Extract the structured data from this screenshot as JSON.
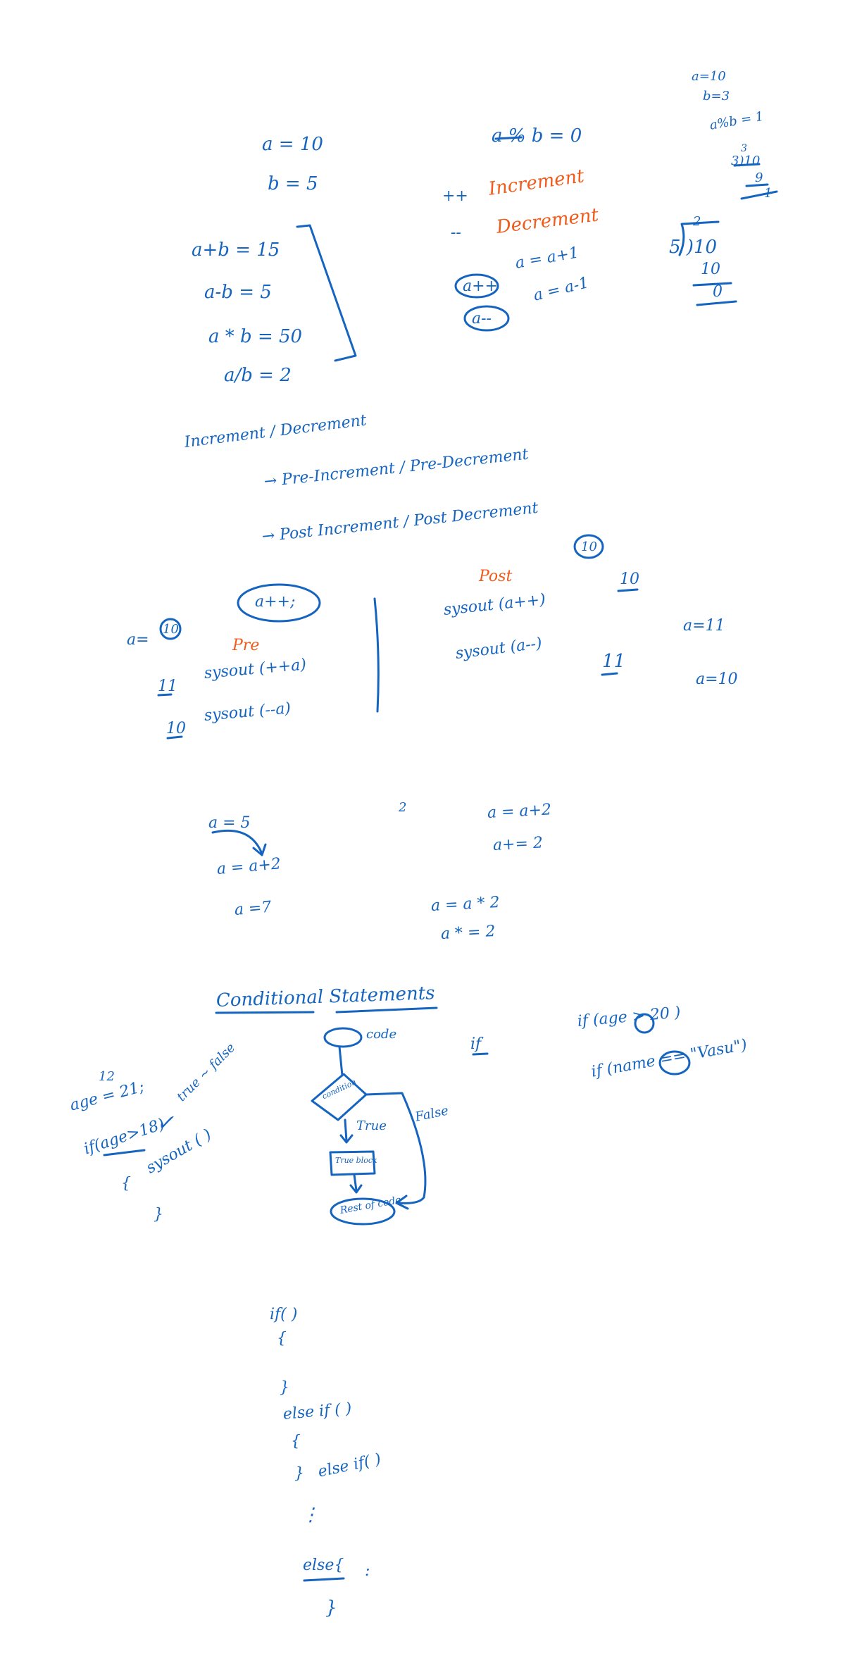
{
  "ink_color": "#1565c0",
  "accent_color": "#f05a1a",
  "arithmetic": {
    "a_assign": "a = 10",
    "b_assign": "b = 5",
    "add": "a+b  = 15",
    "sub": "a-b   = 5",
    "mul": "a * b  = 50",
    "div": "a/b   = 2"
  },
  "modulo": {
    "mod_expr": "a % b  = 0",
    "inc_sym": "++",
    "inc_word": "Increment",
    "dec_sym": "--",
    "dec_word": "Decrement",
    "inc_expand_left": "a++",
    "inc_expand_right": "a = a+1",
    "dec_expand_left": "a--",
    "dec_expand_right": "a = a-1"
  },
  "division_side": {
    "a_val": "a=10",
    "b_val": "b=3",
    "mod_res": "a%b = 1",
    "q1": "3",
    "div1": "3)10",
    "p1": "9",
    "r1": "1",
    "q2": "2",
    "div2": "5 )10",
    "p2": "10",
    "r2": "0"
  },
  "inc_dec": {
    "heading": "Increment / Decrement",
    "pre": "→  Pre-Increment / Pre-Decrement",
    "post": "→  Post Increment / Post Decrement",
    "circle_10": "10"
  },
  "pre_post": {
    "a_eq": "a=",
    "a_val": "10",
    "a_plus_plus": "a++;",
    "pre_label": "Pre",
    "pre_line1_out": "11",
    "pre_line1": "sysout (++a)",
    "pre_line2_out": "10",
    "pre_line2": "sysout (--a)",
    "post_label": "Post",
    "post_line1": "sysout (a++)",
    "post_line2": "sysout (a--)",
    "post_out1": "10",
    "post_out2": "11",
    "side_a11": "a=11",
    "side_a10": "a=10"
  },
  "compound": {
    "a5": "a = 5",
    "a_expr": "a =   a+2",
    "a7": "a =7",
    "two": "2",
    "a_plus": "a = a+2",
    "a_plus_short": "a+= 2",
    "a_mul": "a = a * 2",
    "a_mul_short": "a * = 2"
  },
  "conditional": {
    "heading": "Conditional  Statements",
    "code_label": "code",
    "condition_label": "condition",
    "true_label": "True",
    "false_label": "False",
    "true_block": "True block",
    "rest_code": "Rest of code",
    "if_word": "if",
    "age_cmp": "if (age > 20 )",
    "name_cmp": "if (name == \"Vasu\")",
    "twelve": "12",
    "age_decl": "age = 21;",
    "if_age": "if(age>18)",
    "check": "✓",
    "true_false": "true ~ false",
    "brace_open": "{",
    "sysout_call": "sysout (          )",
    "brace_close": "}"
  },
  "else_if": {
    "if_paren": "if( )",
    "open1": "{",
    "close1": "}",
    "else_if": "else if ( )",
    "open2": "{",
    "close2": "}",
    "else_if2": "else if(     )",
    "dots": "⋮",
    "else_open": "else{",
    "dots2": ":",
    "close3": "}"
  }
}
